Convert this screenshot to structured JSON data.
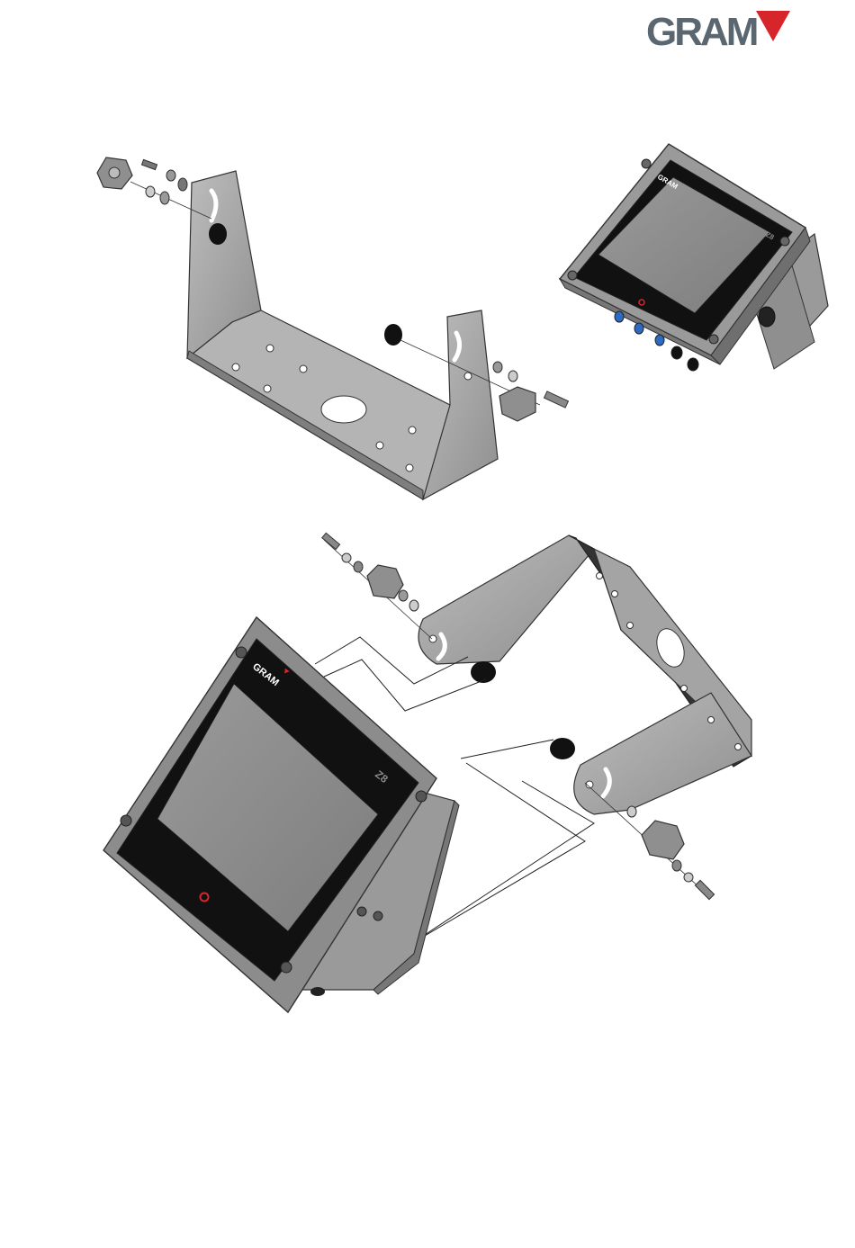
{
  "logo": {
    "text": "GRAM",
    "text_color": "#5a6670",
    "accent_color": "#d7262b"
  },
  "device": {
    "brand": "GRAM",
    "model": "Z8"
  },
  "colors": {
    "metal": "#a9a9a9",
    "metal_dark": "#8a8a8a",
    "screen": "#8c8c8c",
    "bezel": "#111111",
    "power_led": "#d7262b",
    "connector": "#2c6bc4"
  }
}
